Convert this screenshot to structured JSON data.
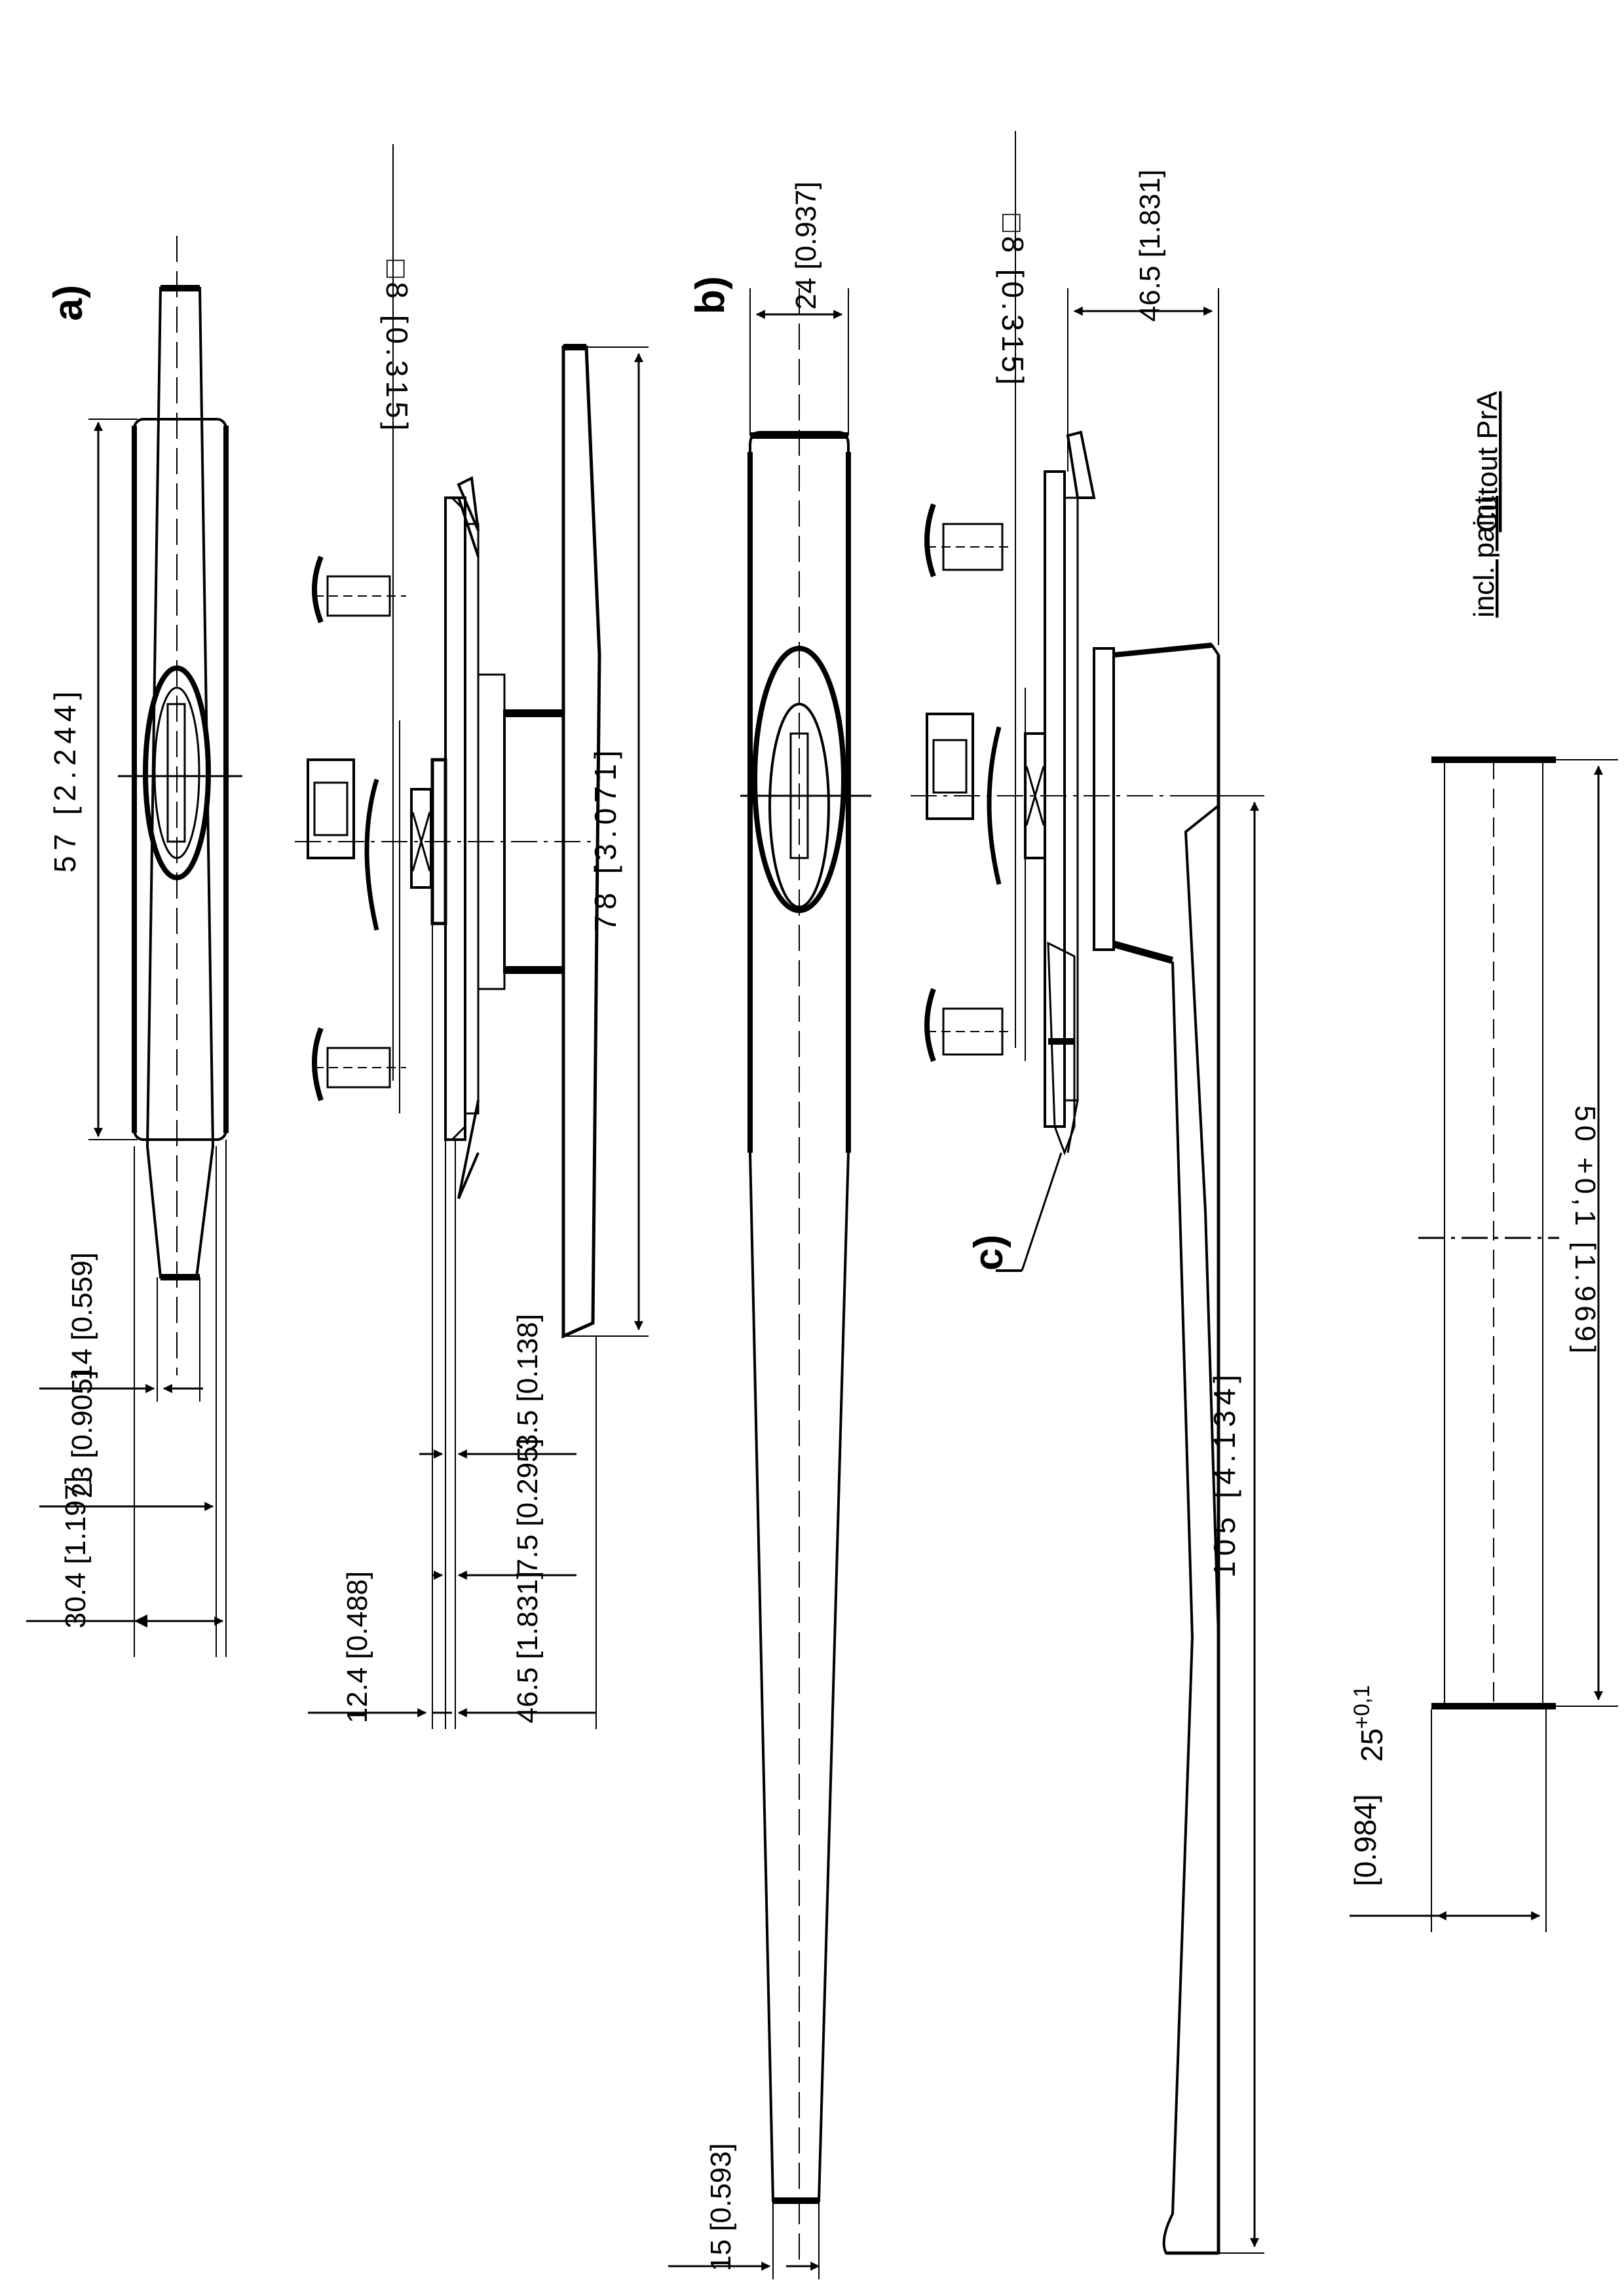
{
  "labels": {
    "view_a": "a)",
    "view_b": "b)",
    "view_c": "c)",
    "cutout_title_1": "Cutout PrA",
    "cutout_title_2": "incl. paint"
  },
  "dims": {
    "a_sq8": "□8 [0.315]",
    "a_height": "57 [2.244]",
    "a_length": "78 [3.071]",
    "a_w14": "14 [0.559]",
    "a_w23": "23 [0.905]",
    "a_w304": "30.4 [1.197]",
    "a_d35": "3.5 [0.138]",
    "a_d75": "7.5 [0.295]",
    "a_d124": "12.4 [0.488]",
    "a_d465": "46.5 [1.831]",
    "b_w24": "24 [0.937]",
    "b_w15": "15 [0.593]",
    "b_sq8": "□8 [0.315]",
    "b_d465": "46.5 [1.831]",
    "b_len105": "105 [4.134]",
    "cut_h50": "50 +0,1 [1.969]",
    "cut_w25": "25",
    "cut_w25_tol": "+0,1",
    "cut_w25_in": "[0.984]"
  }
}
